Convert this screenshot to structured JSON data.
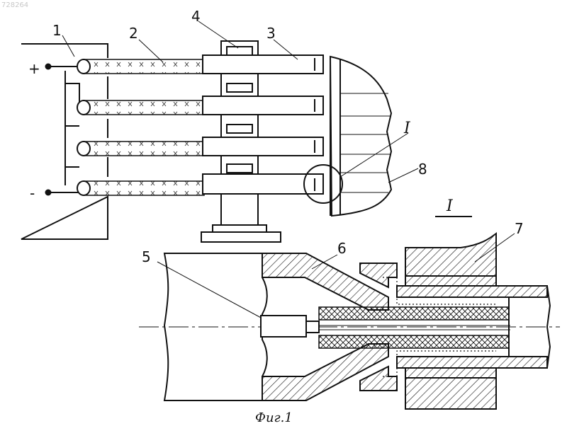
{
  "watermark": "728264",
  "labels": {
    "l1": "1",
    "l2": "2",
    "l3": "3",
    "l4": "4",
    "l5": "5",
    "l6": "6",
    "l7": "7",
    "l8": "8",
    "plus": "+",
    "minus": "-",
    "detail_marker": "I",
    "detail_title": "I"
  },
  "caption": "Фиг.1"
}
